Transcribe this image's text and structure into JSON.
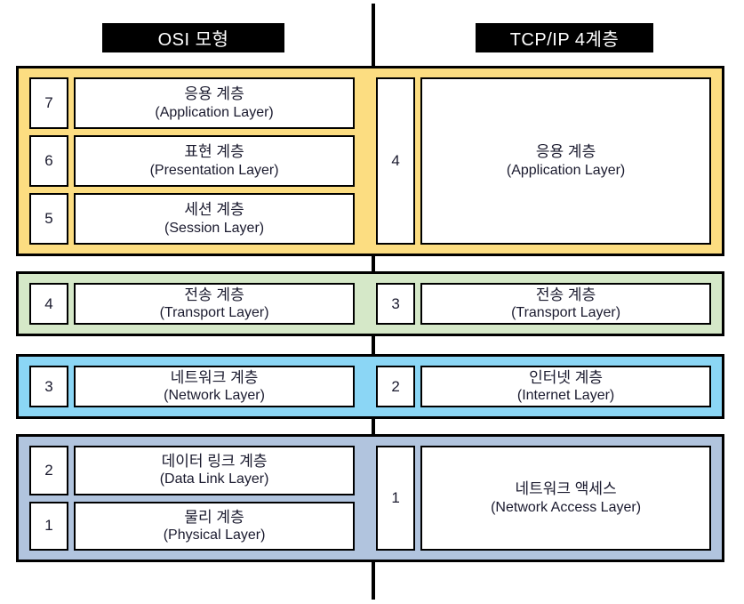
{
  "headers": {
    "osi": "OSI 모형",
    "tcpip": "TCP/IP 4계층"
  },
  "colors": {
    "application_band": "#fcdd81",
    "transport_band": "#d5e8c8",
    "network_band": "#8bd6f5",
    "link_band": "#b1c4de",
    "border": "#000000",
    "header_bg": "#000000",
    "header_text": "#ffffff",
    "cell_bg": "#ffffff",
    "text": "#1a1a2e"
  },
  "bands": [
    {
      "id": "application",
      "color": "#fcdd81",
      "osi_layers": [
        {
          "num": "7",
          "ko": "응용 계층",
          "en": "(Application Layer)"
        },
        {
          "num": "6",
          "ko": "표현 계층",
          "en": "(Presentation Layer)"
        },
        {
          "num": "5",
          "ko": "세션 계층",
          "en": "(Session Layer)"
        }
      ],
      "tcpip_layers": [
        {
          "num": "4",
          "ko": "응용 계층",
          "en": "(Application Layer)"
        }
      ]
    },
    {
      "id": "transport",
      "color": "#d5e8c8",
      "osi_layers": [
        {
          "num": "4",
          "ko": "전송 계층",
          "en": "(Transport Layer)"
        }
      ],
      "tcpip_layers": [
        {
          "num": "3",
          "ko": "전송 계층",
          "en": "(Transport Layer)"
        }
      ]
    },
    {
      "id": "network",
      "color": "#8bd6f5",
      "osi_layers": [
        {
          "num": "3",
          "ko": "네트워크 계층",
          "en": "(Network Layer)"
        }
      ],
      "tcpip_layers": [
        {
          "num": "2",
          "ko": "인터넷 계층",
          "en": "(Internet Layer)"
        }
      ]
    },
    {
      "id": "link",
      "color": "#b1c4de",
      "osi_layers": [
        {
          "num": "2",
          "ko": "데이터 링크 계층",
          "en": "(Data Link Layer)"
        },
        {
          "num": "1",
          "ko": "물리 계층",
          "en": "(Physical Layer)"
        }
      ],
      "tcpip_layers": [
        {
          "num": "1",
          "ko": "네트워크 액세스",
          "en": "(Network Access Layer)"
        }
      ]
    }
  ]
}
